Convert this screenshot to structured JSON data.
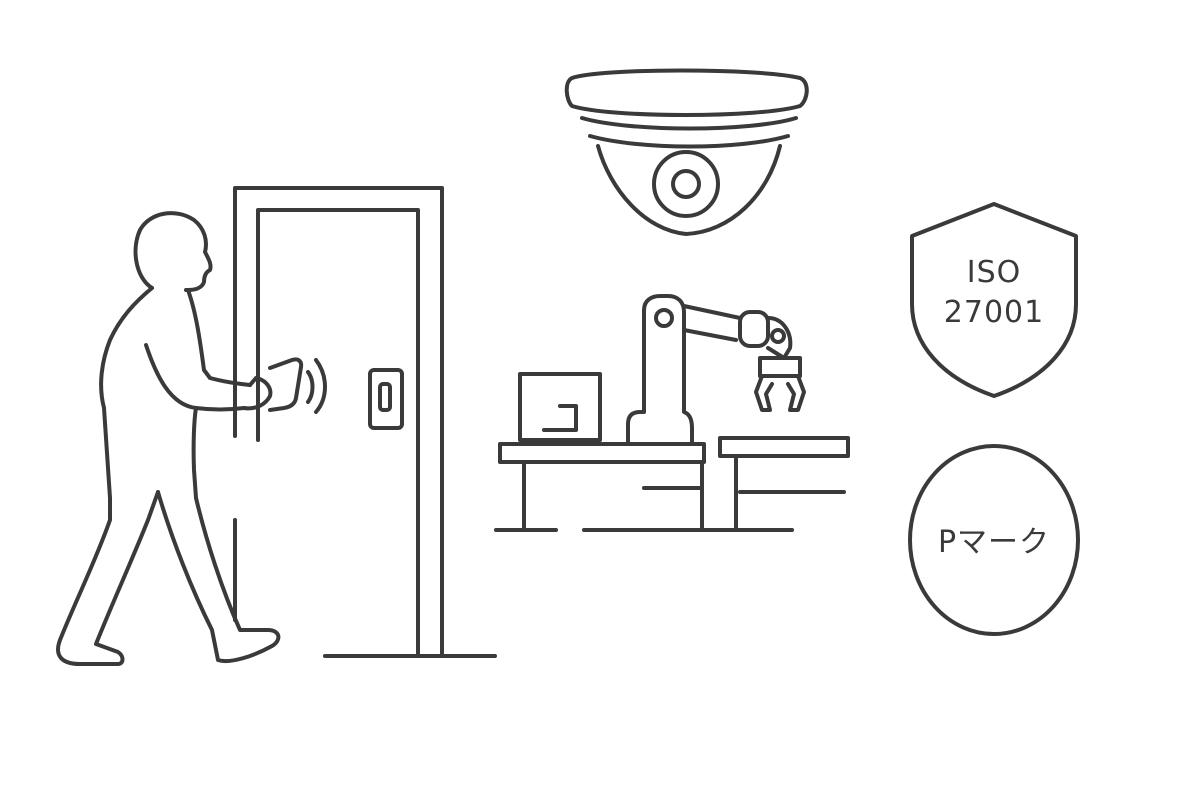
{
  "stroke_color": "#3a3a3a",
  "background_color": "#ffffff",
  "icons": {
    "person": "person-walking-icon",
    "door": "door-icon",
    "card": "id-card-icon",
    "card_reader": "card-reader-icon",
    "camera": "security-camera-icon",
    "robot": "robot-arm-icon",
    "shield": "shield-icon",
    "circle": "circle-badge-icon"
  },
  "badges": {
    "iso": {
      "line1": "ISO",
      "line2": "27001"
    },
    "pmark": {
      "label": "Pマーク"
    }
  }
}
